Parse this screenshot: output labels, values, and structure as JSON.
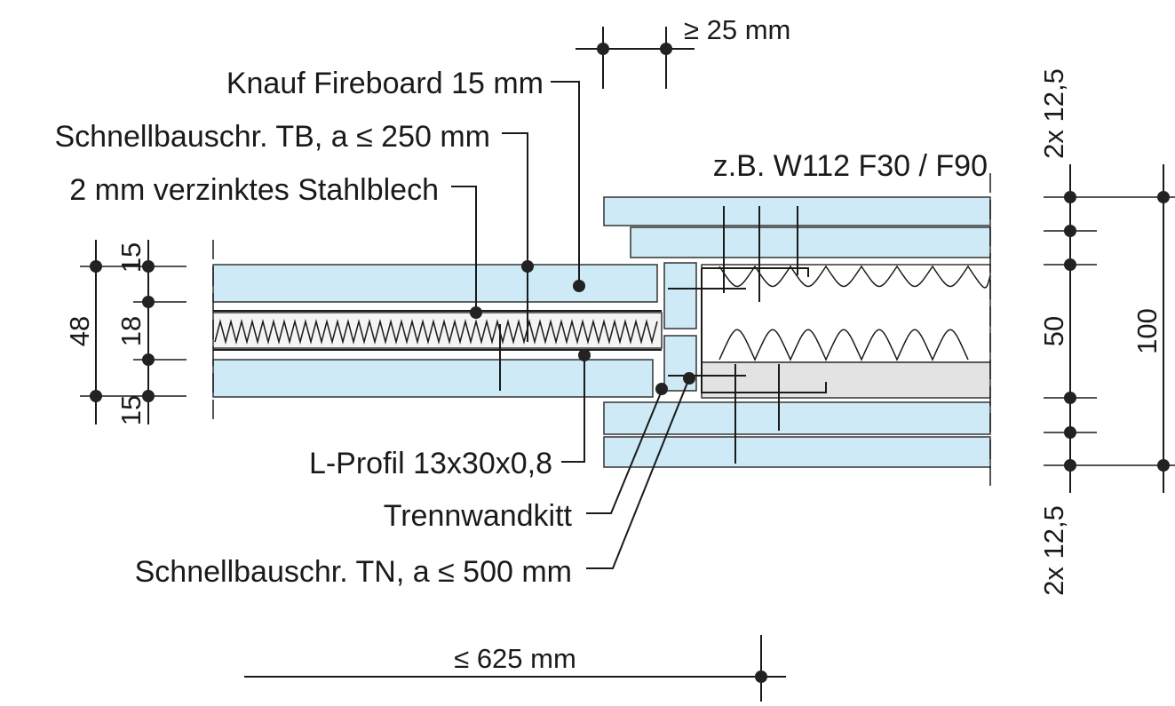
{
  "labels": {
    "knauf_fireboard": "Knauf Fireboard 15 mm",
    "screw_tb": "Schnellbauschr. TB, a ≤ 250 mm",
    "steel_sheet": "2 mm verzinktes Stahlblech",
    "wall_example": "z.B. W112 F30 / F90",
    "l_profile": "L-Profil 13x30x0,8",
    "trennwandkitt": "Trennwandkitt",
    "screw_tn": "Schnellbauschr. TN, a ≤ 500 mm"
  },
  "dimensions": {
    "min_25": "≥ 25 mm",
    "max_625": "≤ 625 mm",
    "left_15_top": "15",
    "left_18": "18",
    "left_15_bottom": "15",
    "left_48": "48",
    "right_top_boards": "2x 12,5",
    "right_50": "50",
    "right_100": "100",
    "right_bottom_boards": "2x 12,5"
  },
  "colors": {
    "board_fill": "#cdeaf6",
    "line": "#1a1a1a"
  }
}
